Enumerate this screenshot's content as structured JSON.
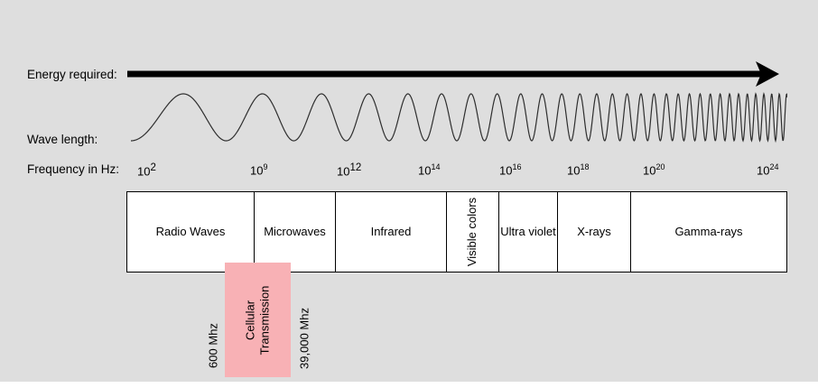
{
  "colors": {
    "background": "#dedede",
    "band_fill": "#ffffff",
    "line": "#000000",
    "cellular_highlight": "#f8b1b5"
  },
  "labels": {
    "energy": "Energy required:",
    "wavelength": "Wave length:",
    "frequency": "Frequency in Hz:"
  },
  "frequency_ticks": {
    "base": "10",
    "exponents": [
      "2",
      "9",
      "12",
      "14",
      "16",
      "18",
      "20",
      "24"
    ]
  },
  "spectrum_bands": [
    "Radio Waves",
    "Microwaves",
    "Infrared",
    "Visible colors",
    "Ultra violet",
    "X-rays",
    "Gamma-rays"
  ],
  "cellular": {
    "label": "Cellular\nTransmission",
    "min": "600 Mhz",
    "max": "39,000 Mhz"
  }
}
